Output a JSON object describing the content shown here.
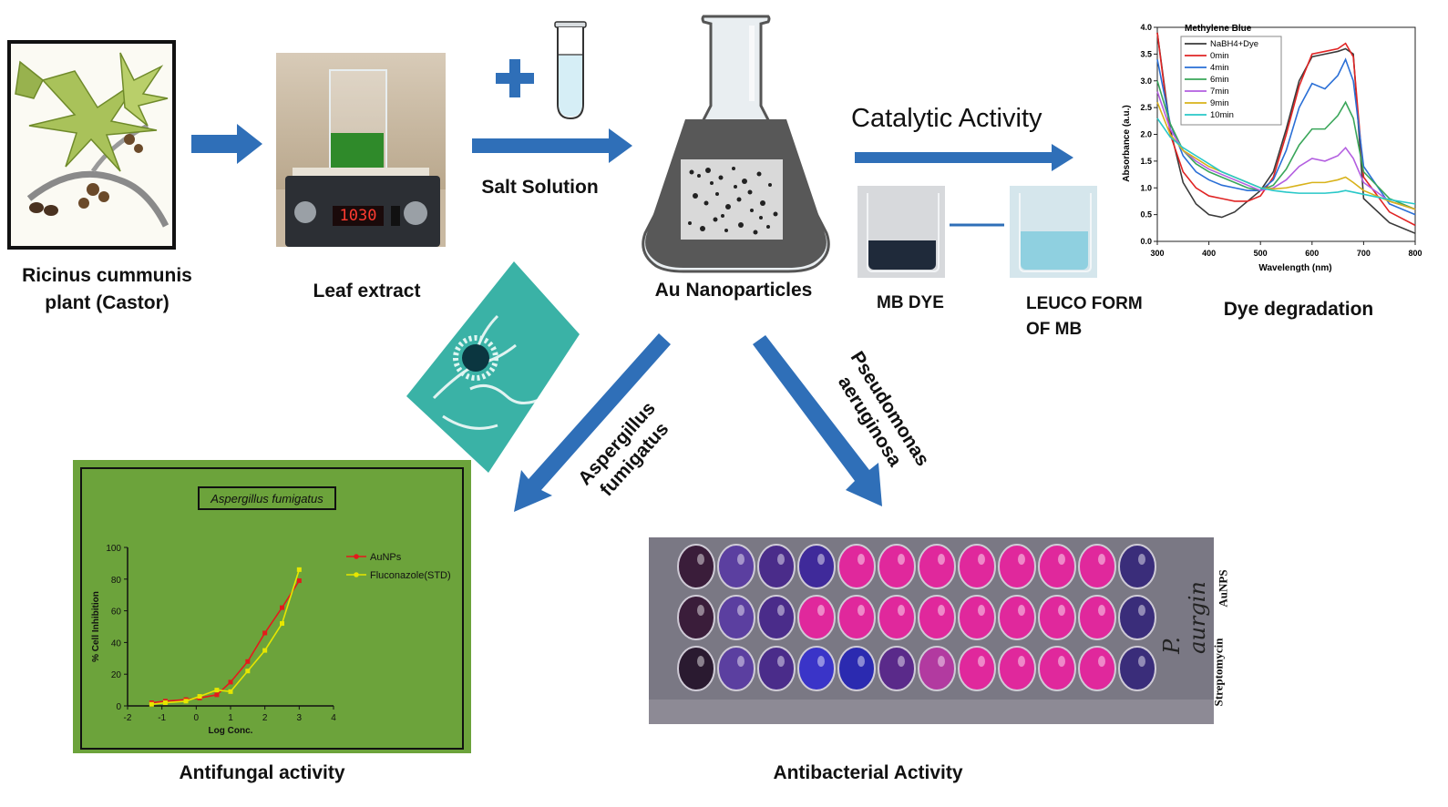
{
  "labels": {
    "plant": "Ricinus cummunis plant (Castor)",
    "plant_line1": "Ricinus cummunis",
    "plant_line2": "plant (Castor)",
    "leaf_extract": "Leaf extract",
    "hotplate_display": "1030",
    "salt_solution": "Salt Solution",
    "au_nanoparticles": "Au Nanoparticles",
    "catalytic_activity": "Catalytic Activity",
    "mb_dye": "MB DYE",
    "leuco_line1": "LEUCO FORM",
    "leuco_line2": "OF MB",
    "dye_degradation": "Dye degradation",
    "aspergillus_line1": "Aspergillus",
    "aspergillus_line2": "fumigatus",
    "pseudomonas_line1": "Pseudomonas",
    "pseudomonas_line2": "aeruginosa",
    "antifungal_activity": "Antifungal activity",
    "antibacterial_activity": "Antibacterial Activity",
    "plate_side_top": "AuNPS",
    "plate_side_bottom": "Streptomycin",
    "plate_handwriting": "P. aurgin"
  },
  "colors": {
    "arrow_blue": "#2f6fb8",
    "chart_green": "#6ca33b",
    "well_purple": "#5a2a8a",
    "well_pink": "#e0289c"
  },
  "chart_data": [
    {
      "type": "line",
      "title": "Methylene Blue",
      "xlabel": "Wavelength (nm)",
      "ylabel": "Absorbance (a.u.)",
      "xlim": [
        300,
        800
      ],
      "ylim": [
        0,
        4.0
      ],
      "xticks": [
        "300",
        "400",
        "500",
        "600",
        "700",
        "800"
      ],
      "yticks": [
        "0.0",
        "0.5",
        "1.0",
        "1.5",
        "2.0",
        "2.5",
        "3.0",
        "3.5",
        "4.0"
      ],
      "legend_position": "top-left",
      "x": [
        300,
        325,
        350,
        375,
        400,
        425,
        450,
        475,
        500,
        525,
        550,
        575,
        600,
        625,
        650,
        665,
        680,
        700,
        750,
        800
      ],
      "series": [
        {
          "name": "NaBH4+Dye",
          "color": "#3a3a3a",
          "values": [
            3.9,
            2.1,
            1.1,
            0.7,
            0.5,
            0.45,
            0.55,
            0.75,
            0.95,
            1.3,
            2.1,
            3.0,
            3.45,
            3.5,
            3.55,
            3.6,
            3.5,
            0.8,
            0.35,
            0.15
          ]
        },
        {
          "name": "0min",
          "color": "#e02424",
          "values": [
            3.9,
            2.0,
            1.3,
            1.0,
            0.85,
            0.8,
            0.75,
            0.75,
            0.85,
            1.2,
            2.0,
            2.9,
            3.5,
            3.55,
            3.6,
            3.7,
            3.45,
            1.2,
            0.55,
            0.3
          ]
        },
        {
          "name": "4min",
          "color": "#2a6fd6",
          "values": [
            3.4,
            2.2,
            1.6,
            1.3,
            1.15,
            1.05,
            1.0,
            0.95,
            0.95,
            1.15,
            1.7,
            2.5,
            2.95,
            2.85,
            3.1,
            3.4,
            3.0,
            1.4,
            0.7,
            0.5
          ]
        },
        {
          "name": "6min",
          "color": "#3aa65a",
          "values": [
            3.0,
            2.2,
            1.7,
            1.45,
            1.3,
            1.2,
            1.1,
            1.0,
            0.95,
            1.05,
            1.35,
            1.8,
            2.1,
            2.1,
            2.35,
            2.6,
            2.3,
            1.3,
            0.8,
            0.6
          ]
        },
        {
          "name": "7min",
          "color": "#b35ee0",
          "values": [
            2.8,
            2.1,
            1.7,
            1.5,
            1.35,
            1.25,
            1.15,
            1.05,
            0.95,
            1.0,
            1.15,
            1.4,
            1.55,
            1.5,
            1.6,
            1.75,
            1.55,
            1.1,
            0.75,
            0.6
          ]
        },
        {
          "name": "9min",
          "color": "#d8b21a",
          "values": [
            2.6,
            2.0,
            1.7,
            1.55,
            1.4,
            1.3,
            1.2,
            1.1,
            1.0,
            0.98,
            1.0,
            1.05,
            1.1,
            1.1,
            1.15,
            1.2,
            1.1,
            0.95,
            0.75,
            0.6
          ]
        },
        {
          "name": "10min",
          "color": "#28c8c8",
          "values": [
            2.3,
            1.95,
            1.75,
            1.6,
            1.45,
            1.3,
            1.2,
            1.1,
            1.0,
            0.95,
            0.92,
            0.9,
            0.9,
            0.9,
            0.92,
            0.95,
            0.92,
            0.88,
            0.78,
            0.7
          ]
        }
      ]
    },
    {
      "type": "scatter",
      "title": "Aspergillus fumigatus",
      "xlabel": "Log Conc.",
      "ylabel": "% Cell Inhibition",
      "xlim": [
        -2,
        4
      ],
      "ylim": [
        0,
        100
      ],
      "xticks": [
        "-2",
        "-1",
        "0",
        "1",
        "2",
        "3",
        "4"
      ],
      "yticks": [
        "0",
        "20",
        "40",
        "60",
        "80",
        "100"
      ],
      "legend_position": "top-right",
      "series": [
        {
          "name": "AuNPs",
          "color": "#e41a1c",
          "x": [
            -1.3,
            -0.9,
            -0.3,
            0.1,
            0.6,
            1.0,
            1.5,
            2.0,
            2.5,
            3.0
          ],
          "y": [
            2,
            3,
            4,
            5,
            7,
            15,
            28,
            46,
            62,
            79
          ]
        },
        {
          "name": "Fluconazole(STD)",
          "color": "#e6e600",
          "x": [
            -1.3,
            -0.9,
            -0.3,
            0.1,
            0.6,
            1.0,
            1.5,
            2.0,
            2.5,
            3.0
          ],
          "y": [
            1,
            2,
            3,
            6,
            10,
            9,
            22,
            35,
            52,
            86
          ]
        }
      ]
    }
  ]
}
